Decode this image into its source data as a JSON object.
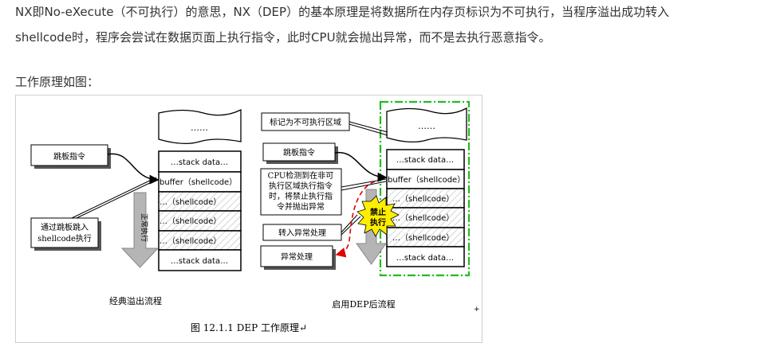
{
  "article": {
    "paragraph1": "NX即No-eXecute（不可执行）的意思，NX（DEP）的基本原理是将数据所在内存页标识为不可执行，当程序溢出成功转入",
    "paragraph2": "shellcode时，程序会尝试在数据页面上执行指令，此时CPU就会抛出异常，而不是去执行恶意指令。",
    "section_label": "工作原理如图："
  },
  "figure": {
    "caption": "图 12.1.1    DEP 工作原理↵",
    "corner_mark": "+",
    "classic": {
      "title": "经典溢出流程",
      "dots": "……",
      "trampoline": "跳板指令",
      "note_line1": "通过跳板跳入",
      "note_line2": "shellcode执行",
      "arrow_label": "正常执行",
      "stack": [
        "…stack data…",
        "buffer（shellcode）",
        "…（shellcode）",
        "…（shellcode）",
        "…（shellcode）",
        "…stack data…"
      ]
    },
    "dep": {
      "title": "启用DEP后流程",
      "dots": "……",
      "mark_label": "标记为不可执行区域",
      "trampoline": "跳板指令",
      "cpu_line1": "CPU检测到在非可",
      "cpu_line2": "执行区域执行指令",
      "cpu_line3": "时，将禁止执行指",
      "cpu_line4": "令并抛出异常",
      "to_exception": "转入异常处理",
      "exception": "异常处理",
      "ban_line1": "禁止",
      "ban_line2": "执行",
      "stack": [
        "…stack data…",
        "buffer（shellcode）",
        "…（shellcode）",
        "…（shellcode）",
        "…（shellcode）",
        "…stack data…"
      ]
    }
  },
  "colors": {
    "green_dash": "#22bb22",
    "red_dash": "#dd0000",
    "burst": "#ffee00",
    "arrow_gray": "#b5b5b5"
  }
}
